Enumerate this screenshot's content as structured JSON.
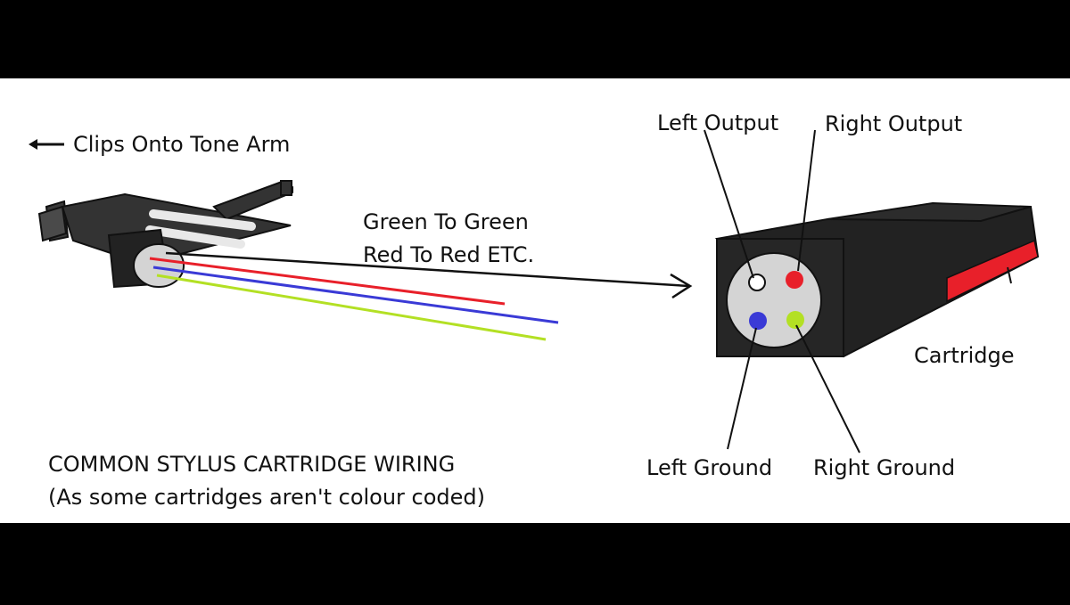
{
  "labels": {
    "clips": "Clips Onto Tone Arm",
    "instruction_line1": "Green To Green",
    "instruction_line2": "Red To Red  ETC.",
    "left_output": "Left Output",
    "right_output": "Right Output",
    "cartridge": "Cartridge",
    "left_ground": "Left Ground",
    "right_ground": "Right Ground",
    "title_line1": "COMMON STYLUS CARTRIDGE WIRING",
    "title_line2": "(As some cartridges aren't colour coded)"
  },
  "colors": {
    "background": "#000000",
    "panel": "#ffffff",
    "body_dark": "#262626",
    "face_grey": "#d4d4d4",
    "wire_red": "#e8202a",
    "wire_blue": "#3a3ad6",
    "wire_green": "#b3e024",
    "pin_white": "#ffffff",
    "stylus_red": "#e8202a"
  },
  "icons": [
    "left-arrow-icon",
    "headshell-icon",
    "cartridge-icon",
    "pointer-arrow-icon"
  ]
}
